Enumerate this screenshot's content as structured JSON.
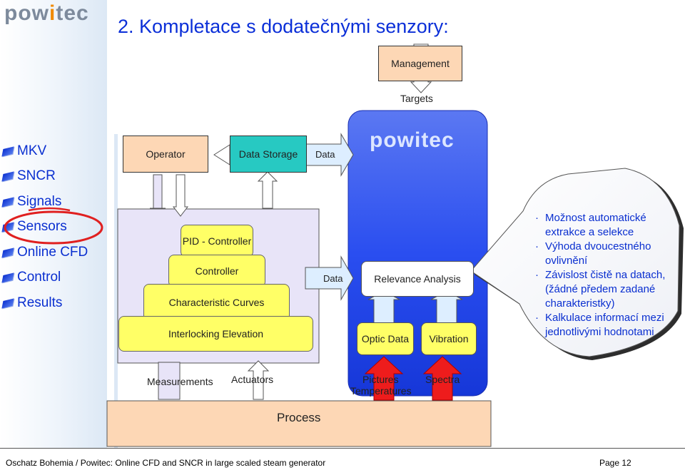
{
  "logo": {
    "text_a": "pow",
    "text_i": "i",
    "text_b": "tec"
  },
  "title": "2. Kompletace s dodatečnými senzory:",
  "menu": [
    {
      "label": "MKV"
    },
    {
      "label": "SNCR"
    },
    {
      "label": "Signals"
    },
    {
      "label": "Sensors"
    },
    {
      "label": "Online CFD"
    },
    {
      "label": "Control"
    },
    {
      "label": "Results"
    }
  ],
  "diagram": {
    "management": "Management",
    "targets": "Targets",
    "operator": "Operator",
    "data_storage": "Data Storage",
    "data_top": "Data",
    "data_mid": "Data",
    "powitec_logo": "powitec",
    "pid": "PID - Controller",
    "controller": "Controller",
    "char_curves": "Characteristic Curves",
    "interlocking": "Interlocking Elevation",
    "relevance": "Relevance Analysis",
    "optic": "Optic Data",
    "vibration": "Vibration",
    "measurements": "Measurements",
    "actuators": "Actuators",
    "pictures": "Pictures",
    "temperatures": "Temperatures",
    "spectra": "Spectra",
    "process": "Process"
  },
  "bubble": [
    {
      "text": "Možnost automatické extrakce a selekce"
    },
    {
      "text": "Výhoda dvoucestného ovlivnění"
    },
    {
      "text": "Závislost čistě na datach, (žádné předem zadané charakteristky)"
    },
    {
      "text": "Kalkulace informací mezi jednotlivými hodnotami"
    }
  ],
  "footer": {
    "left": "Oschatz Bohemia / Powitec: Online CFD and SNCR in large scaled steam generator",
    "right": "Page 12"
  },
  "colors": {
    "accent": "#0b2fd8",
    "highlight": "#e02020"
  }
}
